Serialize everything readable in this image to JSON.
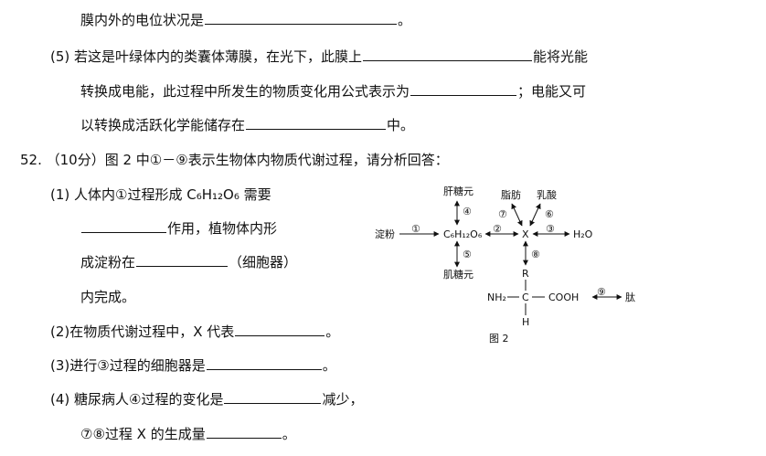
{
  "lines": {
    "l1": {
      "text": "膜内外的电位状况是",
      "end": "。"
    },
    "l2": {
      "num": "(5)",
      "text": "若这是叶绿体内的类囊体薄膜，在光下，此膜上",
      "end": "能将光能"
    },
    "l3": {
      "text": "转换成电能，此过程中所发生的物质变化用公式表示为",
      "end": "；电能又可"
    },
    "l4": {
      "text": "以转换成活跃化学能储存在",
      "end": "中。"
    },
    "l5": {
      "num": "52.",
      "text": "（10分）图 2 中①－⑨表示生物体内物质代谢过程，请分析回答："
    },
    "l6": {
      "num": "(1)",
      "text": "人体内①过程形成 C₆H₁₂O₆ 需要"
    },
    "l7": {
      "end": "作用，植物体内形"
    },
    "l8": {
      "text": "成淀粉在",
      "end": "（细胞器）"
    },
    "l9": {
      "text": "内完成。"
    },
    "l10": {
      "num": "(2)",
      "text": "在物质代谢过程中，X 代表",
      "end": "。"
    },
    "l11": {
      "num": "(3)",
      "text": "进行③过程的细胞器是",
      "end": "。"
    },
    "l12": {
      "num": "(4)",
      "text": "糖尿病人④过程的变化是",
      "end": "减少，"
    },
    "l13": {
      "text": "⑦⑧过程 X 的生成量",
      "end": "。"
    }
  },
  "figure": {
    "liver_glycogen": "肝糖元",
    "fat": "脂肪",
    "lactic_acid": "乳酸",
    "starch": "淀粉",
    "glucose": "C₆H₁₂O₆",
    "x": "X",
    "water": "H₂O",
    "muscle_glycogen": "肌糖元",
    "r": "R",
    "nh2": "NH₂",
    "c": "C",
    "cooh": "COOH",
    "h": "H",
    "peptide": "肽",
    "caption": "图 2",
    "n1": "①",
    "n2": "②",
    "n3": "③",
    "n4": "④",
    "n5": "⑤",
    "n6": "⑥",
    "n7": "⑦",
    "n8": "⑧",
    "n9": "⑨"
  }
}
